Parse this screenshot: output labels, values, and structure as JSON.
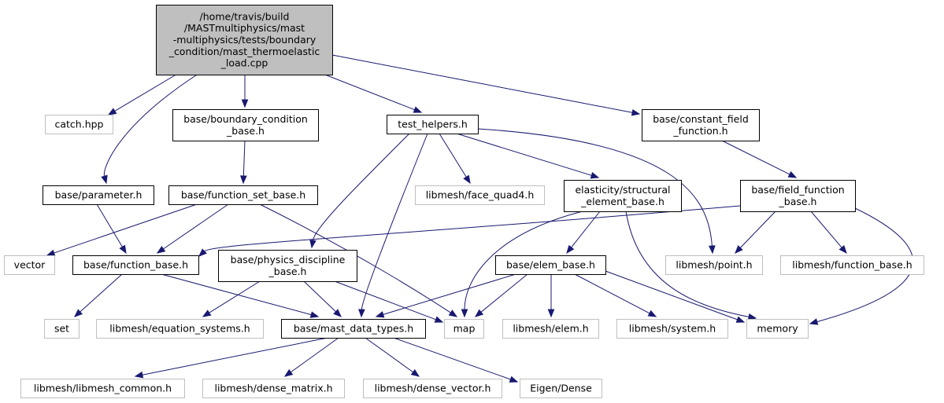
{
  "colors": {
    "edge": "#191970",
    "root_fill": "#bfbfbf",
    "root_stroke": "#000000",
    "local_stroke": "#000000",
    "external_stroke": "#bfbfbf"
  },
  "nodes": [
    {
      "id": "root",
      "kind": "root",
      "lines": [
        "/home/travis/build",
        "/MASTmultiphysics/mast",
        "-multiphysics/tests/boundary",
        "_condition/mast_thermoelastic",
        "_load.cpp"
      ]
    },
    {
      "id": "catch",
      "kind": "external",
      "lines": [
        "catch.hpp"
      ]
    },
    {
      "id": "bc_base",
      "kind": "local",
      "lines": [
        "base/boundary_condition",
        "_base.h"
      ]
    },
    {
      "id": "test_helpers",
      "kind": "local",
      "lines": [
        "test_helpers.h"
      ]
    },
    {
      "id": "const_field",
      "kind": "local",
      "lines": [
        "base/constant_field",
        "_function.h"
      ]
    },
    {
      "id": "parameter",
      "kind": "local",
      "lines": [
        "base/parameter.h"
      ]
    },
    {
      "id": "func_set_base",
      "kind": "local",
      "lines": [
        "base/function_set_base.h"
      ]
    },
    {
      "id": "face_quad4",
      "kind": "external",
      "lines": [
        "libmesh/face_quad4.h"
      ]
    },
    {
      "id": "struct_elem",
      "kind": "local",
      "lines": [
        "elasticity/structural",
        "_element_base.h"
      ]
    },
    {
      "id": "field_func",
      "kind": "local",
      "lines": [
        "base/field_function",
        "_base.h"
      ]
    },
    {
      "id": "vector",
      "kind": "external",
      "lines": [
        "vector"
      ]
    },
    {
      "id": "func_base",
      "kind": "local",
      "lines": [
        "base/function_base.h"
      ]
    },
    {
      "id": "phys_disc",
      "kind": "local",
      "lines": [
        "base/physics_discipline",
        "_base.h"
      ]
    },
    {
      "id": "elem_base",
      "kind": "local",
      "lines": [
        "base/elem_base.h"
      ]
    },
    {
      "id": "point",
      "kind": "external",
      "lines": [
        "libmesh/point.h"
      ]
    },
    {
      "id": "lm_func_base",
      "kind": "external",
      "lines": [
        "libmesh/function_base.h"
      ]
    },
    {
      "id": "set",
      "kind": "external",
      "lines": [
        "set"
      ]
    },
    {
      "id": "eq_sys",
      "kind": "external",
      "lines": [
        "libmesh/equation_systems.h"
      ]
    },
    {
      "id": "mast_types",
      "kind": "local",
      "lines": [
        "base/mast_data_types.h"
      ]
    },
    {
      "id": "map",
      "kind": "external",
      "lines": [
        "map"
      ]
    },
    {
      "id": "lm_elem",
      "kind": "external",
      "lines": [
        "libmesh/elem.h"
      ]
    },
    {
      "id": "lm_system",
      "kind": "external",
      "lines": [
        "libmesh/system.h"
      ]
    },
    {
      "id": "memory",
      "kind": "external",
      "lines": [
        "memory"
      ]
    },
    {
      "id": "lm_common",
      "kind": "external",
      "lines": [
        "libmesh/libmesh_common.h"
      ]
    },
    {
      "id": "dense_matrix",
      "kind": "external",
      "lines": [
        "libmesh/dense_matrix.h"
      ]
    },
    {
      "id": "dense_vector",
      "kind": "external",
      "lines": [
        "libmesh/dense_vector.h"
      ]
    },
    {
      "id": "eigen_dense",
      "kind": "external",
      "lines": [
        "Eigen/Dense"
      ]
    }
  ],
  "edges": [
    {
      "from": "root",
      "to": "catch"
    },
    {
      "from": "root",
      "to": "parameter"
    },
    {
      "from": "root",
      "to": "bc_base"
    },
    {
      "from": "root",
      "to": "test_helpers"
    },
    {
      "from": "root",
      "to": "const_field"
    },
    {
      "from": "bc_base",
      "to": "func_set_base"
    },
    {
      "from": "parameter",
      "to": "func_base"
    },
    {
      "from": "func_set_base",
      "to": "vector"
    },
    {
      "from": "func_set_base",
      "to": "func_base"
    },
    {
      "from": "func_set_base",
      "to": "map"
    },
    {
      "from": "test_helpers",
      "to": "phys_disc"
    },
    {
      "from": "test_helpers",
      "to": "mast_types"
    },
    {
      "from": "test_helpers",
      "to": "face_quad4"
    },
    {
      "from": "test_helpers",
      "to": "struct_elem"
    },
    {
      "from": "test_helpers",
      "to": "point"
    },
    {
      "from": "const_field",
      "to": "field_func"
    },
    {
      "from": "field_func",
      "to": "func_base"
    },
    {
      "from": "field_func",
      "to": "point"
    },
    {
      "from": "field_func",
      "to": "lm_func_base"
    },
    {
      "from": "field_func",
      "to": "memory"
    },
    {
      "from": "struct_elem",
      "to": "elem_base"
    },
    {
      "from": "struct_elem",
      "to": "map"
    },
    {
      "from": "struct_elem",
      "to": "memory"
    },
    {
      "from": "func_base",
      "to": "set"
    },
    {
      "from": "func_base",
      "to": "mast_types"
    },
    {
      "from": "phys_disc",
      "to": "eq_sys"
    },
    {
      "from": "phys_disc",
      "to": "mast_types"
    },
    {
      "from": "phys_disc",
      "to": "map"
    },
    {
      "from": "elem_base",
      "to": "mast_types"
    },
    {
      "from": "elem_base",
      "to": "map"
    },
    {
      "from": "elem_base",
      "to": "lm_elem"
    },
    {
      "from": "elem_base",
      "to": "lm_system"
    },
    {
      "from": "elem_base",
      "to": "memory"
    },
    {
      "from": "mast_types",
      "to": "lm_common"
    },
    {
      "from": "mast_types",
      "to": "dense_matrix"
    },
    {
      "from": "mast_types",
      "to": "dense_vector"
    },
    {
      "from": "mast_types",
      "to": "eigen_dense"
    }
  ]
}
